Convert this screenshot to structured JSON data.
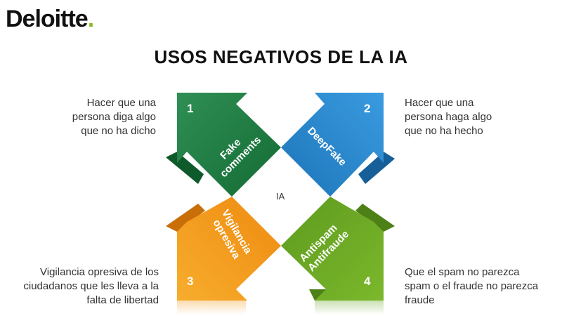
{
  "brand": {
    "name": "Deloitte",
    "dot": "."
  },
  "title": "USOS NEGATIVOS DE LA IA",
  "center_label": "IA",
  "items": [
    {
      "number": "1",
      "label_line1": "Fake",
      "label_line2": "comments",
      "description": [
        "Hacer que una",
        "persona diga algo",
        "que no ha dicho"
      ],
      "color": "#1e7a3e"
    },
    {
      "number": "2",
      "label_line1": "DeepFake",
      "label_line2": "",
      "description": [
        "Hacer que una",
        "persona haga algo",
        "que no ha hecho"
      ],
      "color": "#2a8ad0"
    },
    {
      "number": "3",
      "label_line1": "Vigilancia",
      "label_line2": "opresiva",
      "description": [
        "Vigilancia opresiva  de los",
        "ciudadanos que les lleva a la",
        "falta de libertad"
      ],
      "color": "#f39a1a"
    },
    {
      "number": "4",
      "label_line1": "Antispam",
      "label_line2": "Antifraude",
      "description": [
        "Que el spam no parezca",
        "spam o el fraude no parezca",
        "fraude"
      ],
      "color": "#6aa726"
    }
  ]
}
